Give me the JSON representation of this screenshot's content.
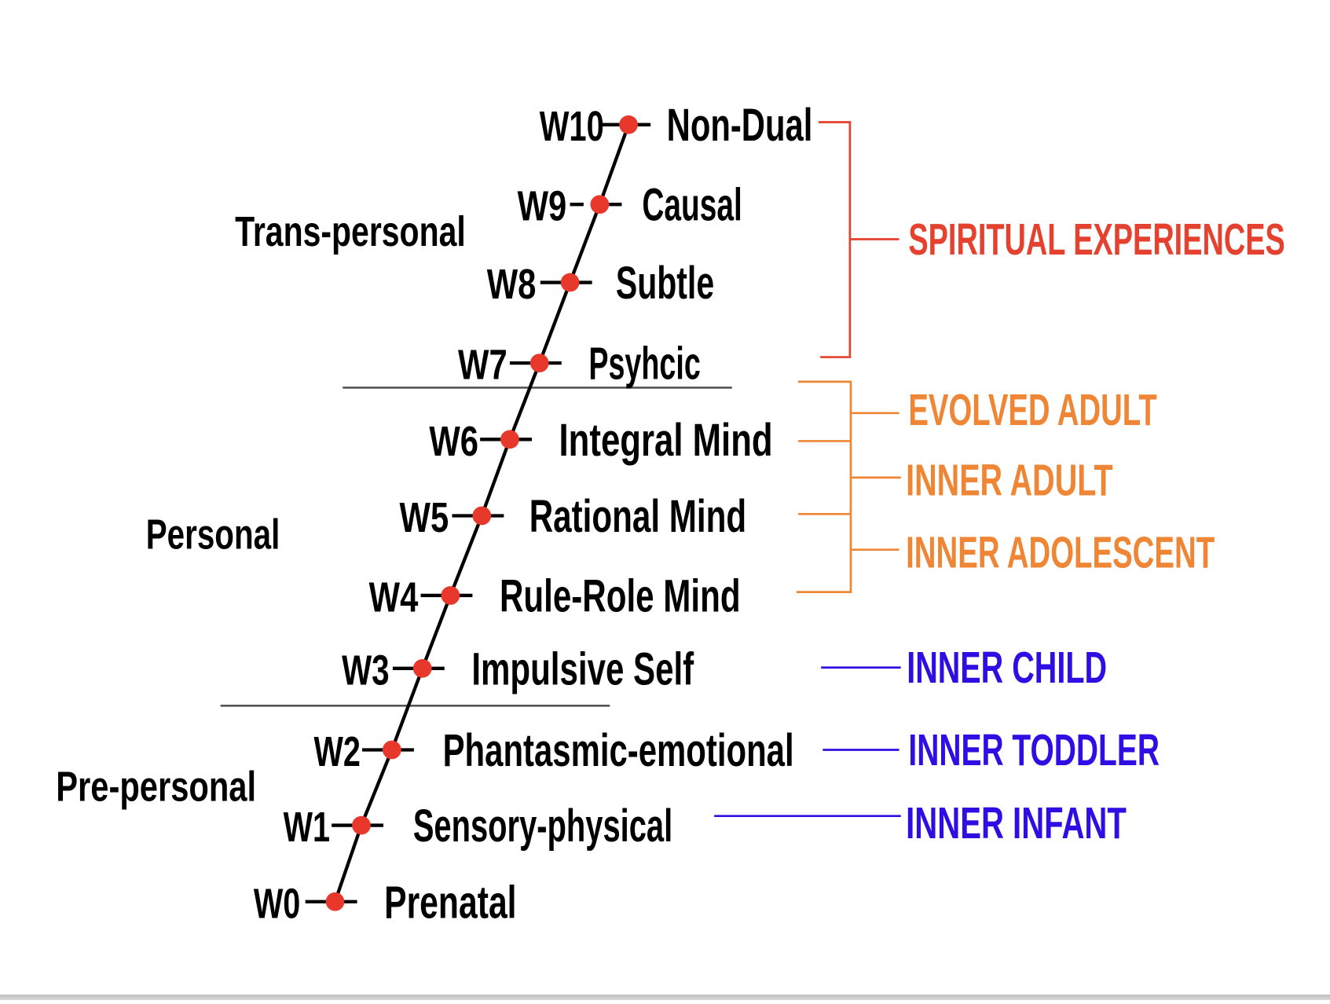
{
  "colors": {
    "axis": "#000000",
    "dot": "#e8382b",
    "divider": "#555555",
    "spiritual": "#e4412f",
    "adult": "#ee8635",
    "child": "#2e0ee3"
  },
  "bands": [
    {
      "id": "trans",
      "label": "Trans-personal"
    },
    {
      "id": "personal",
      "label": "Personal"
    },
    {
      "id": "pre",
      "label": "Pre-personal"
    }
  ],
  "stages": [
    {
      "code": "W0",
      "name": "Prenatal"
    },
    {
      "code": "W1",
      "name": "Sensory-physical"
    },
    {
      "code": "W2",
      "name": "Phantasmic-emotional"
    },
    {
      "code": "W3",
      "name": "Impulsive Self"
    },
    {
      "code": "W4",
      "name": "Rule-Role Mind"
    },
    {
      "code": "W5",
      "name": "Rational Mind"
    },
    {
      "code": "W6",
      "name": "Integral Mind"
    },
    {
      "code": "W7",
      "name": "Psyhcic"
    },
    {
      "code": "W8",
      "name": "Subtle"
    },
    {
      "code": "W9",
      "name": "Causal"
    },
    {
      "code": "W10",
      "name": "Non-Dual"
    }
  ],
  "categories": [
    {
      "id": "spiritual",
      "label": "SPIRITUAL EXPERIENCES",
      "color_key": "spiritual"
    },
    {
      "id": "evolved-adult",
      "label": "EVOLVED ADULT",
      "color_key": "adult"
    },
    {
      "id": "inner-adult",
      "label": "INNER ADULT",
      "color_key": "adult"
    },
    {
      "id": "inner-adolescent",
      "label": "INNER ADOLESCENT",
      "color_key": "adult"
    },
    {
      "id": "inner-child",
      "label": "INNER CHILD",
      "color_key": "child"
    },
    {
      "id": "inner-toddler",
      "label": "INNER TODDLER",
      "color_key": "child"
    },
    {
      "id": "inner-infant",
      "label": "INNER INFANT",
      "color_key": "child"
    }
  ]
}
